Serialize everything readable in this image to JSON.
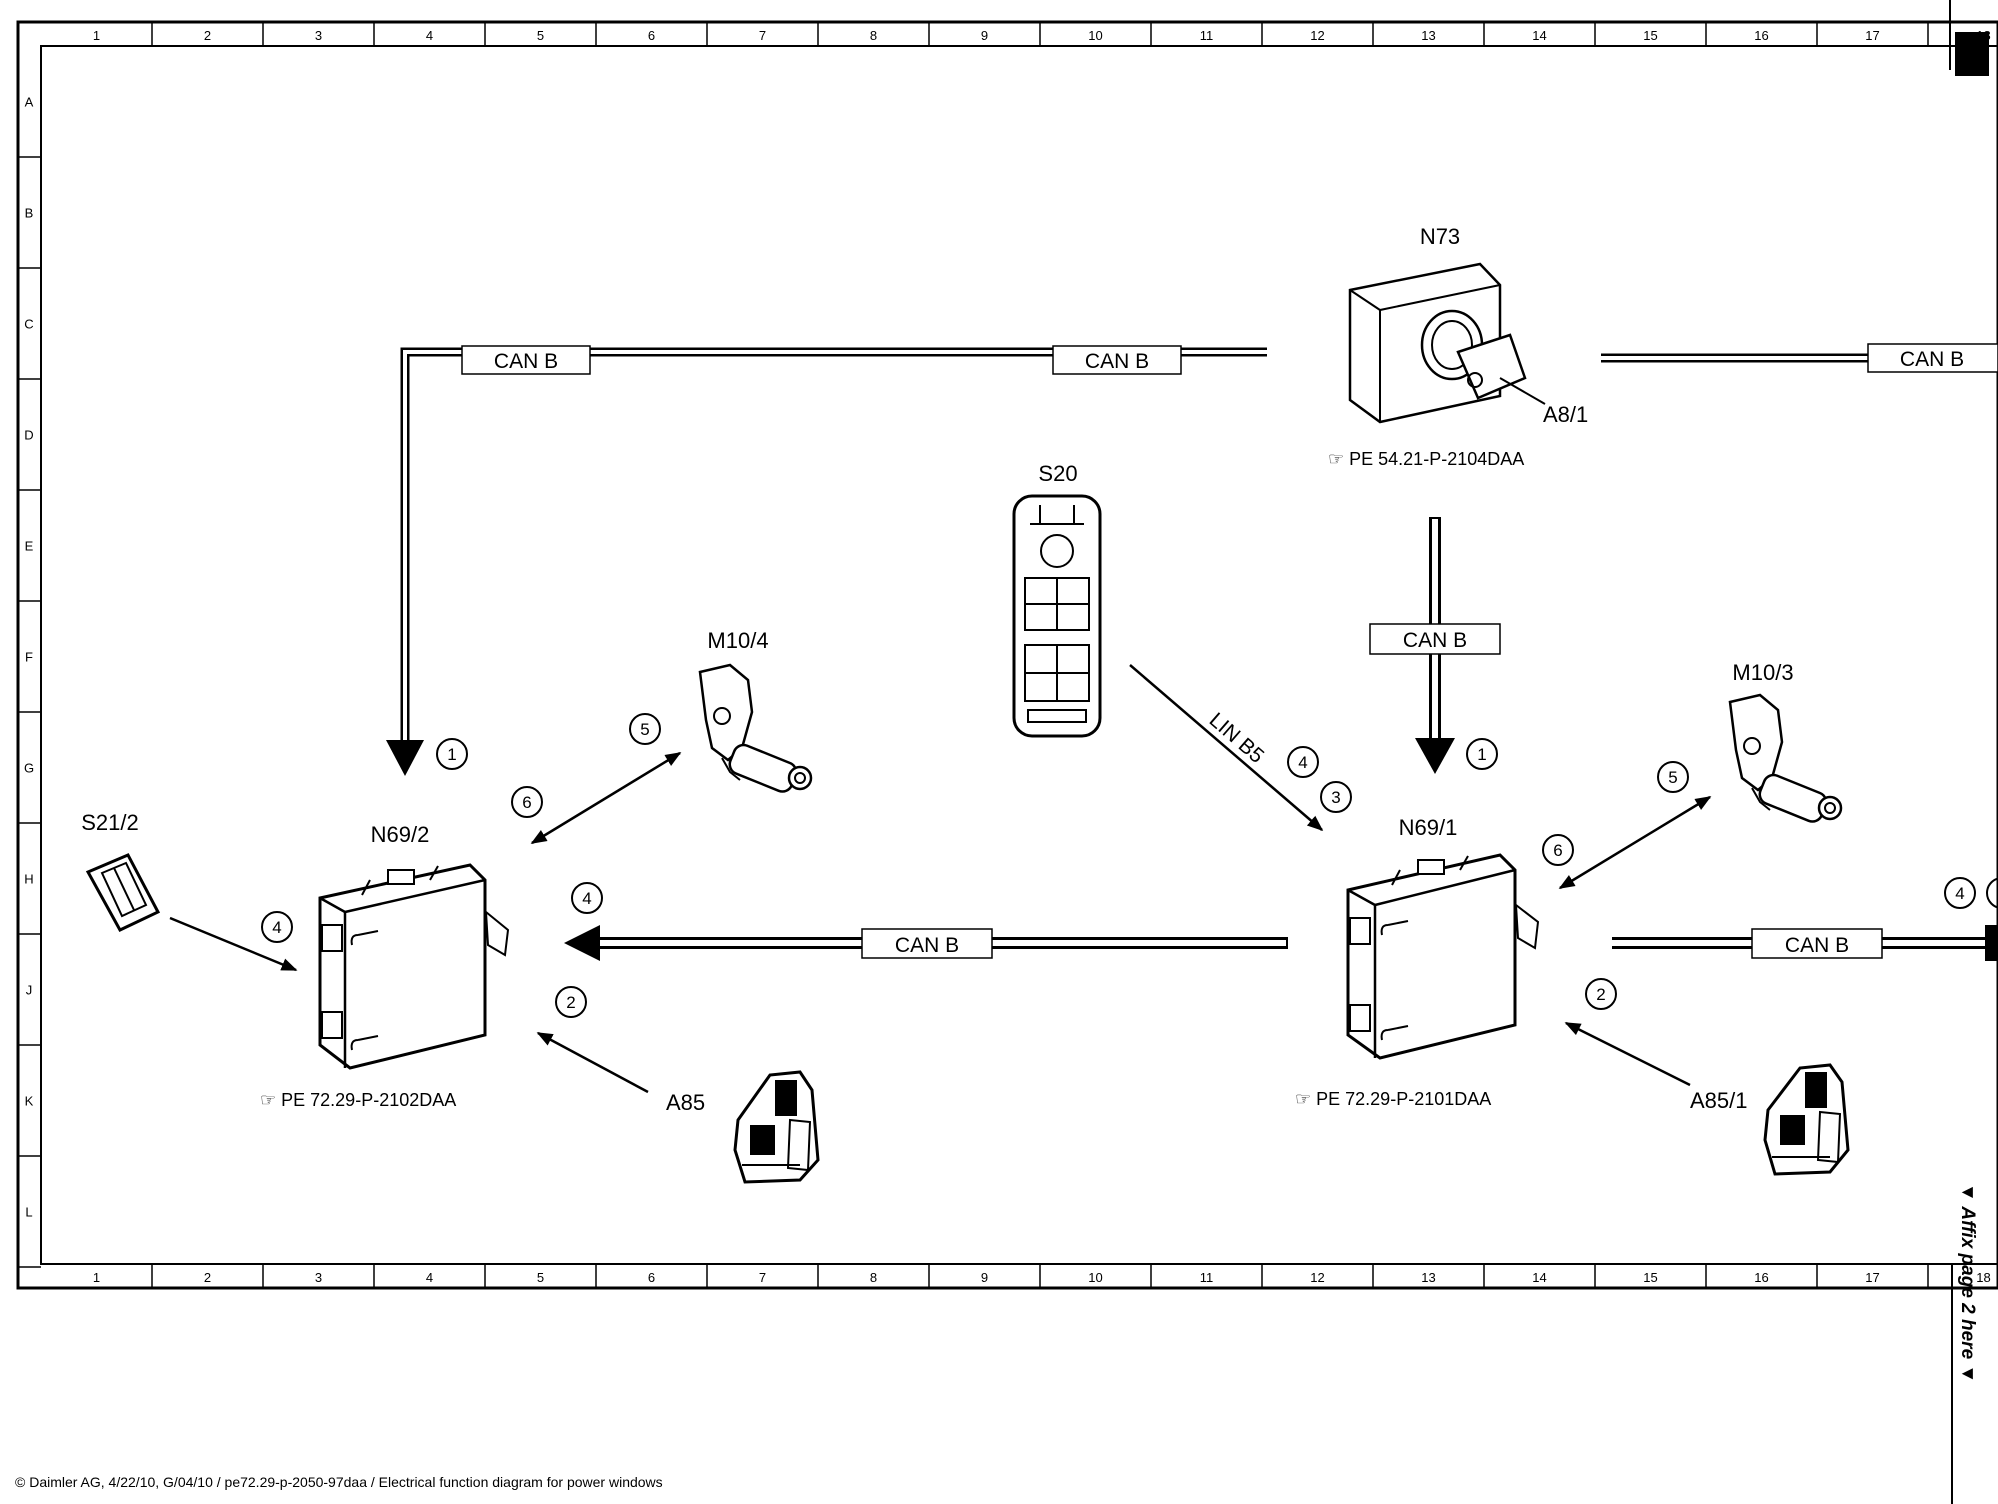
{
  "grid": {
    "columns": [
      "1",
      "2",
      "3",
      "4",
      "5",
      "6",
      "7",
      "8",
      "9",
      "10",
      "11",
      "12",
      "13",
      "14",
      "15",
      "16",
      "17",
      "18"
    ],
    "rows": [
      "A",
      "B",
      "C",
      "D",
      "E",
      "F",
      "G",
      "H",
      "J",
      "K",
      "L"
    ]
  },
  "components": {
    "n73": "N73",
    "a8_1": "A8/1",
    "s20": "S20",
    "m10_4": "M10/4",
    "m10_3": "M10/3",
    "s21_2": "S21/2",
    "n69_2": "N69/2",
    "n69_1": "N69/1",
    "a85": "A85",
    "a85_1": "A85/1"
  },
  "bus_labels": {
    "can_b": "CAN B",
    "lin_b5": "LIN B5"
  },
  "references": {
    "n73": "PE 54.21-P-2104DAA",
    "n69_2": "PE 72.29-P-2102DAA",
    "n69_1": "PE 72.29-P-2101DAA"
  },
  "callouts": {
    "c1": "1",
    "c2": "2",
    "c3": "3",
    "c4": "4",
    "c5": "5",
    "c6": "6"
  },
  "side_note": "▼ Affix page 2 here ▼",
  "footer": "© Daimler AG, 4/22/10, G/04/10 / pe72.29-p-2050-97daa / Electrical function diagram for power windows"
}
